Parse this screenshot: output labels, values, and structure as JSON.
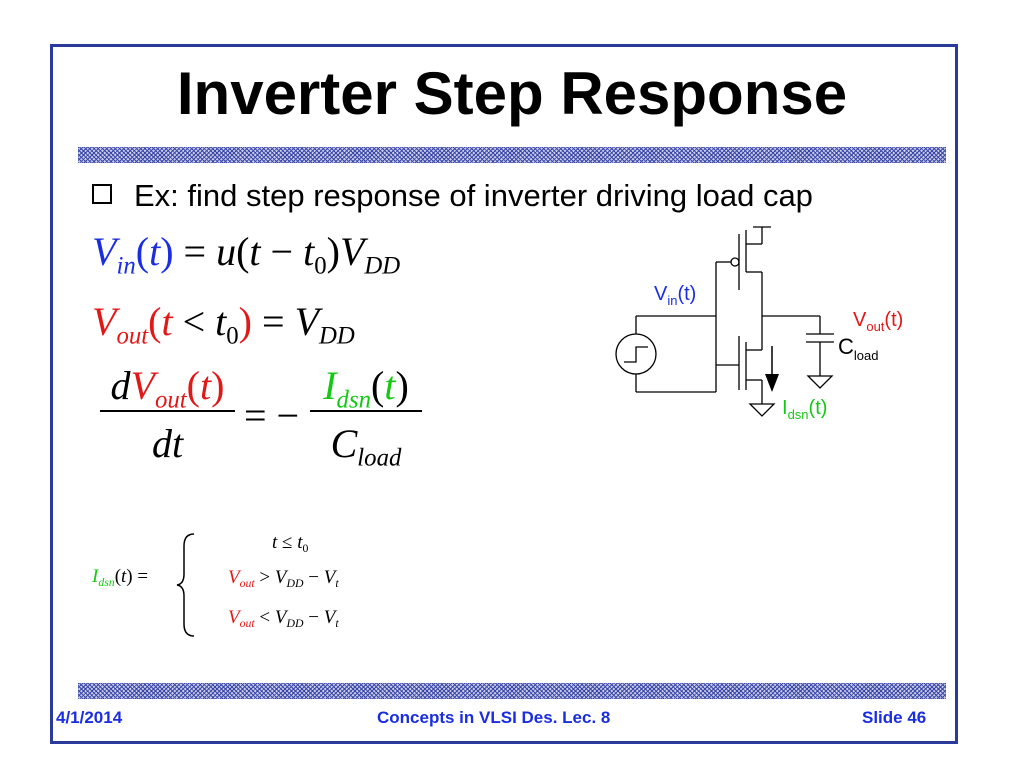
{
  "slide": {
    "title": "Inverter Step Response",
    "bullet": "Ex: find step response of inverter driving load cap",
    "footer": {
      "date": "4/1/2014",
      "course": "Concepts in VLSI Des. Lec. 8",
      "slide_number": "Slide 46"
    }
  },
  "equations": {
    "vin": "V_in(t) = u(t − t0) V_DD",
    "vout_initial": "V_out(t < t0) = V_DD",
    "dvout_dt": "dV_out(t)/dt = − I_dsn(t)/C_load"
  },
  "circuit": {
    "vin_label": "V",
    "vin_sub": "in",
    "vin_arg": "(t)",
    "vout_label": "V",
    "vout_sub": "out",
    "vout_arg": "(t)",
    "cload_label": "C",
    "cload_sub": "load",
    "idsn_label": "I",
    "idsn_sub": "dsn",
    "idsn_arg": "(t)"
  },
  "colors": {
    "frame": "#2a3b9c",
    "blue": "#1a2ee0",
    "red": "#e01818",
    "green": "#14c814"
  }
}
